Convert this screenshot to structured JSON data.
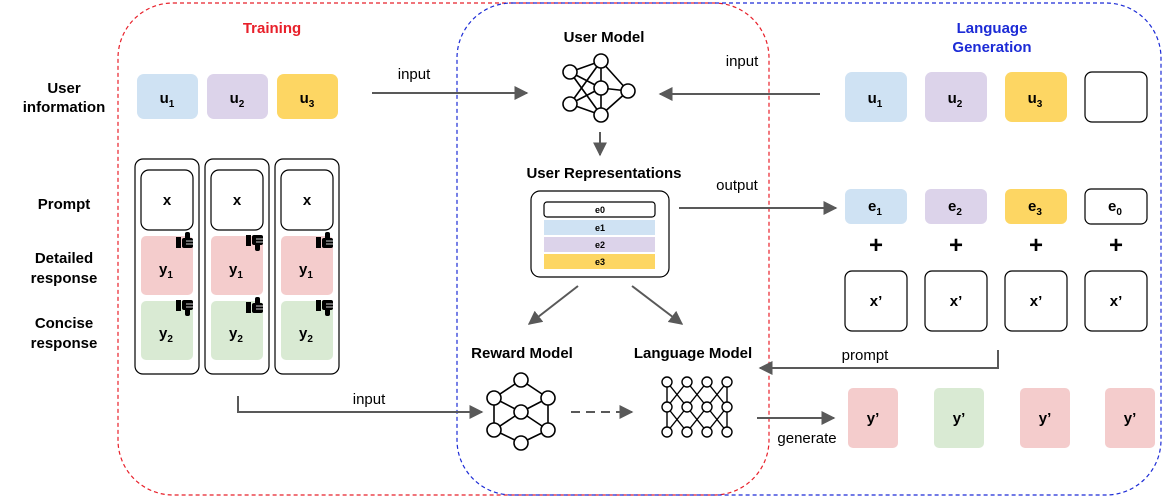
{
  "sections": {
    "training": "Training",
    "language_generation_line1": "Language",
    "language_generation_line2": "Generation",
    "user_model": "User Model",
    "user_representations": "User Representations",
    "reward_model": "Reward Model",
    "language_model": "Language Model"
  },
  "row_labels": {
    "user_information_line1": "User",
    "user_information_line2": "information",
    "prompt": "Prompt",
    "detailed_line1": "Detailed",
    "detailed_line2": "response",
    "concise_line1": "Concise",
    "concise_line2": "response"
  },
  "users": [
    {
      "base": "u",
      "sub": "1"
    },
    {
      "base": "u",
      "sub": "2"
    },
    {
      "base": "u",
      "sub": "3"
    }
  ],
  "training_columns": [
    {
      "prompt": "x",
      "detailed": {
        "base": "y",
        "sub": "1"
      },
      "concise": {
        "base": "y",
        "sub": "2"
      },
      "detailed_feedback": "thumbs-up",
      "concise_feedback": "thumbs-down"
    },
    {
      "prompt": "x",
      "detailed": {
        "base": "y",
        "sub": "1"
      },
      "concise": {
        "base": "y",
        "sub": "2"
      },
      "detailed_feedback": "thumbs-down",
      "concise_feedback": "thumbs-up"
    },
    {
      "prompt": "x",
      "detailed": {
        "base": "y",
        "sub": "1"
      },
      "concise": {
        "base": "y",
        "sub": "2"
      },
      "detailed_feedback": "thumbs-up",
      "concise_feedback": "thumbs-down"
    }
  ],
  "representations": [
    "e0",
    "e1",
    "e2",
    "e3"
  ],
  "embeddings": [
    {
      "base": "e",
      "sub": "1"
    },
    {
      "base": "e",
      "sub": "2"
    },
    {
      "base": "e",
      "sub": "3"
    },
    {
      "base": "e",
      "sub": "0"
    }
  ],
  "plus": "+",
  "prompts": [
    "x’",
    "x’",
    "x’",
    "x’"
  ],
  "outputs": [
    "y’",
    "y’",
    "y’",
    "y’"
  ],
  "arrows": {
    "input_top": "input",
    "input_right": "input",
    "output": "output",
    "prompt": "prompt",
    "input_bottom": "input",
    "generate": "generate"
  },
  "colors": {
    "training_border": "#e8202a",
    "generation_border": "#1c2bd6",
    "training_title": "#e8202a",
    "generation_title": "#1c2bd6",
    "blue": "#cfe2f3",
    "purple": "#dcd3ea",
    "yellow": "#fdd663",
    "red": "#f4cccc",
    "green": "#d9ead3",
    "arrow": "#595959"
  }
}
